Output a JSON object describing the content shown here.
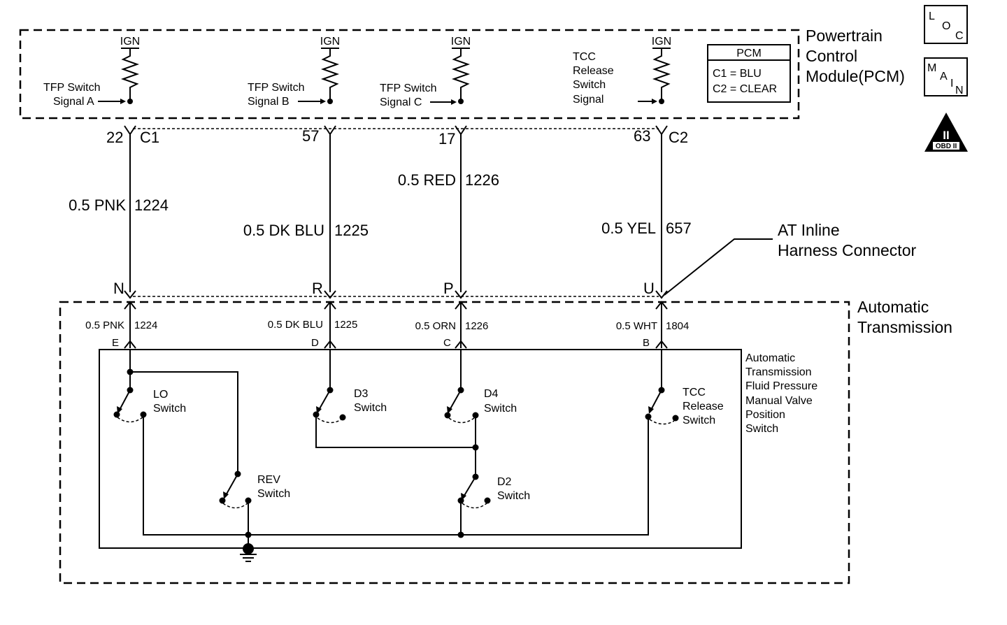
{
  "pcm": {
    "title_lines": [
      "Powertrain",
      "Control",
      "Module(PCM)"
    ],
    "ign_label": "IGN",
    "legend": {
      "title": "PCM",
      "lines": [
        "C1 = BLU",
        "C2 = CLEAR"
      ]
    },
    "signals": [
      {
        "lines": [
          "TFP Switch",
          "Signal A"
        ]
      },
      {
        "lines": [
          "TFP Switch",
          "Signal B"
        ]
      },
      {
        "lines": [
          "TFP Switch",
          "Signal C"
        ]
      },
      {
        "lines": [
          "TCC",
          "Release",
          "Switch",
          "Signal"
        ]
      }
    ]
  },
  "pcm_pins": [
    {
      "pin": "22",
      "connector": "C1"
    },
    {
      "pin": "57",
      "connector": ""
    },
    {
      "pin": "17",
      "connector": ""
    },
    {
      "pin": "63",
      "connector": "C2"
    }
  ],
  "harness_wires": [
    {
      "size_color": "0.5 PNK",
      "circuit": "1224"
    },
    {
      "size_color": "0.5 DK BLU",
      "circuit": "1225"
    },
    {
      "size_color": "0.5 RED",
      "circuit": "1226"
    },
    {
      "size_color": "0.5 YEL",
      "circuit": "657"
    }
  ],
  "inline_connector": {
    "label_lines": [
      "AT Inline",
      "Harness Connector"
    ],
    "pins": [
      "N",
      "R",
      "P",
      "U"
    ]
  },
  "transmission": {
    "title_lines": [
      "Automatic",
      "Transmission"
    ],
    "wires": [
      {
        "size_color": "0.5 PNK",
        "circuit": "1224",
        "pin": "E"
      },
      {
        "size_color": "0.5 DK BLU",
        "circuit": "1225",
        "pin": "D"
      },
      {
        "size_color": "0.5 ORN",
        "circuit": "1226",
        "pin": "C"
      },
      {
        "size_color": "0.5 WHT",
        "circuit": "1804",
        "pin": "B"
      }
    ],
    "assembly_lines": [
      "Automatic",
      "Transmission",
      "Fluid Pressure",
      "Manual Valve",
      "Position",
      "Switch"
    ],
    "switches": {
      "lo": [
        "LO",
        "Switch"
      ],
      "d3": [
        "D3",
        "Switch"
      ],
      "d4": [
        "D4",
        "Switch"
      ],
      "tcc": [
        "TCC",
        "Release",
        "Switch"
      ],
      "rev": [
        "REV",
        "Switch"
      ],
      "d2": [
        "D2",
        "Switch"
      ]
    }
  },
  "side_icons": {
    "loc": [
      "L",
      "O",
      "C"
    ],
    "main": [
      "M",
      "A",
      "I",
      "N"
    ],
    "obd": {
      "numeral": "II",
      "caption": "OBD II"
    }
  }
}
